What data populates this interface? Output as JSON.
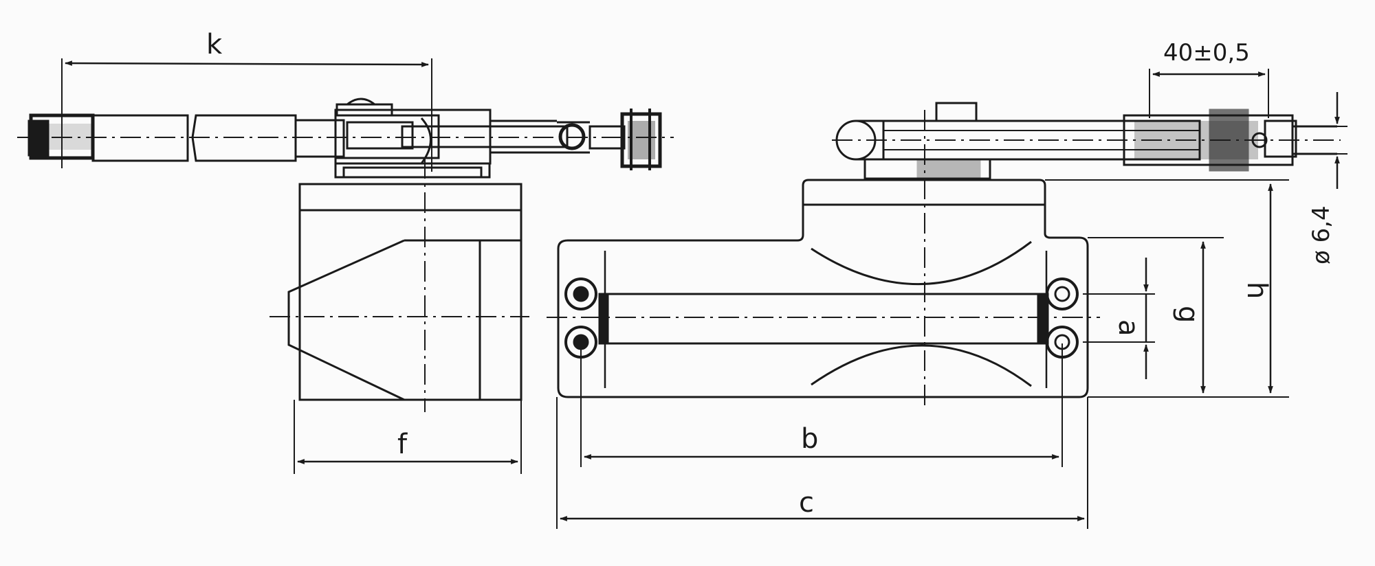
{
  "drawing": {
    "labels": {
      "k": "k",
      "f": "f",
      "b": "b",
      "c": "c",
      "a": "a",
      "g": "g",
      "h": "h",
      "tolerance": "40±0,5",
      "diameter": "ø 6,4"
    },
    "colors": {
      "ink": "#1a1a1a",
      "paper": "#fbfbfb"
    }
  }
}
